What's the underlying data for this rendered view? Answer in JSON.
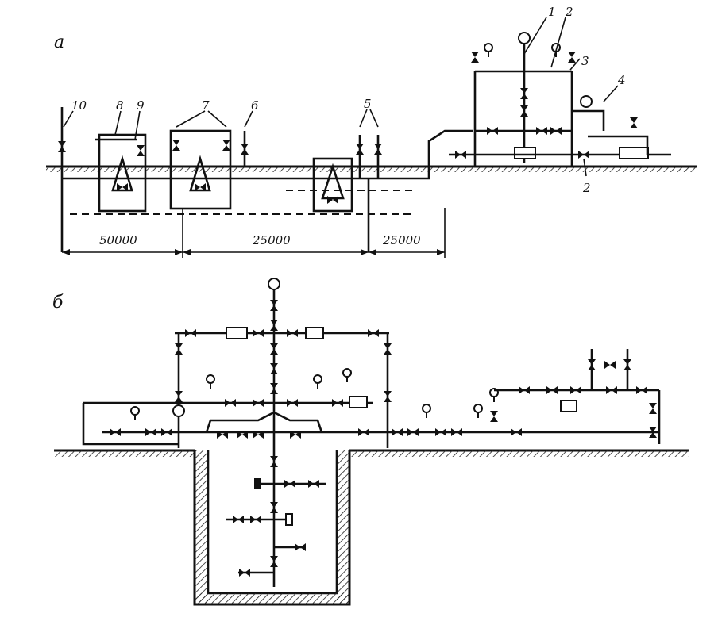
{
  "panels": [
    {
      "letter": "а"
    },
    {
      "letter": "б"
    }
  ],
  "callouts": [
    "1",
    "2",
    "3",
    "4",
    "2",
    "5",
    "6",
    "7",
    "8",
    "9",
    "10"
  ],
  "dimensions": [
    "50000",
    "25000",
    "25000"
  ]
}
